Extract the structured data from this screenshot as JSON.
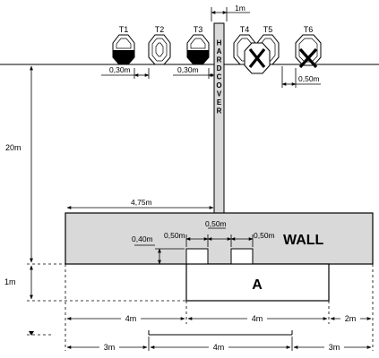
{
  "targets": [
    {
      "label": "T1",
      "style": "filled",
      "crossed": false
    },
    {
      "label": "T2",
      "style": "outline",
      "crossed": false
    },
    {
      "label": "T3",
      "style": "filled",
      "crossed": false
    },
    {
      "label": "T4",
      "style": "outline",
      "crossed": true
    },
    {
      "label": "T5",
      "style": "outline",
      "crossed": false
    },
    {
      "label": "T6",
      "style": "outline",
      "crossed": true
    }
  ],
  "hardcover": {
    "label": "HARDCOVER"
  },
  "wall": {
    "label": "WALL",
    "fill": "#d9d9d9"
  },
  "box_a": {
    "label": "A"
  },
  "colors": {
    "line": "#000000",
    "wall_fill": "#d9d9d9",
    "background": "#ffffff"
  },
  "dimensions": {
    "hardcover_width": "1m",
    "gap_t1_t2": "0,30m",
    "gap_t3_hardcover": "0,30m",
    "gap_t6": "0,50m",
    "height_20m": "20m",
    "wall_left_to_hardcover": "4,75m",
    "slot_gap": "0,50m",
    "slot_left_width": "0,50m",
    "slot_right_width": "0,50m",
    "slot_height": "0,40m",
    "depth_1m": "1m",
    "row1_left": "4m",
    "row1_mid": "4m",
    "row1_right": "2m",
    "row2_left": "3m",
    "row2_mid": "4m",
    "row2_right": "3m"
  }
}
